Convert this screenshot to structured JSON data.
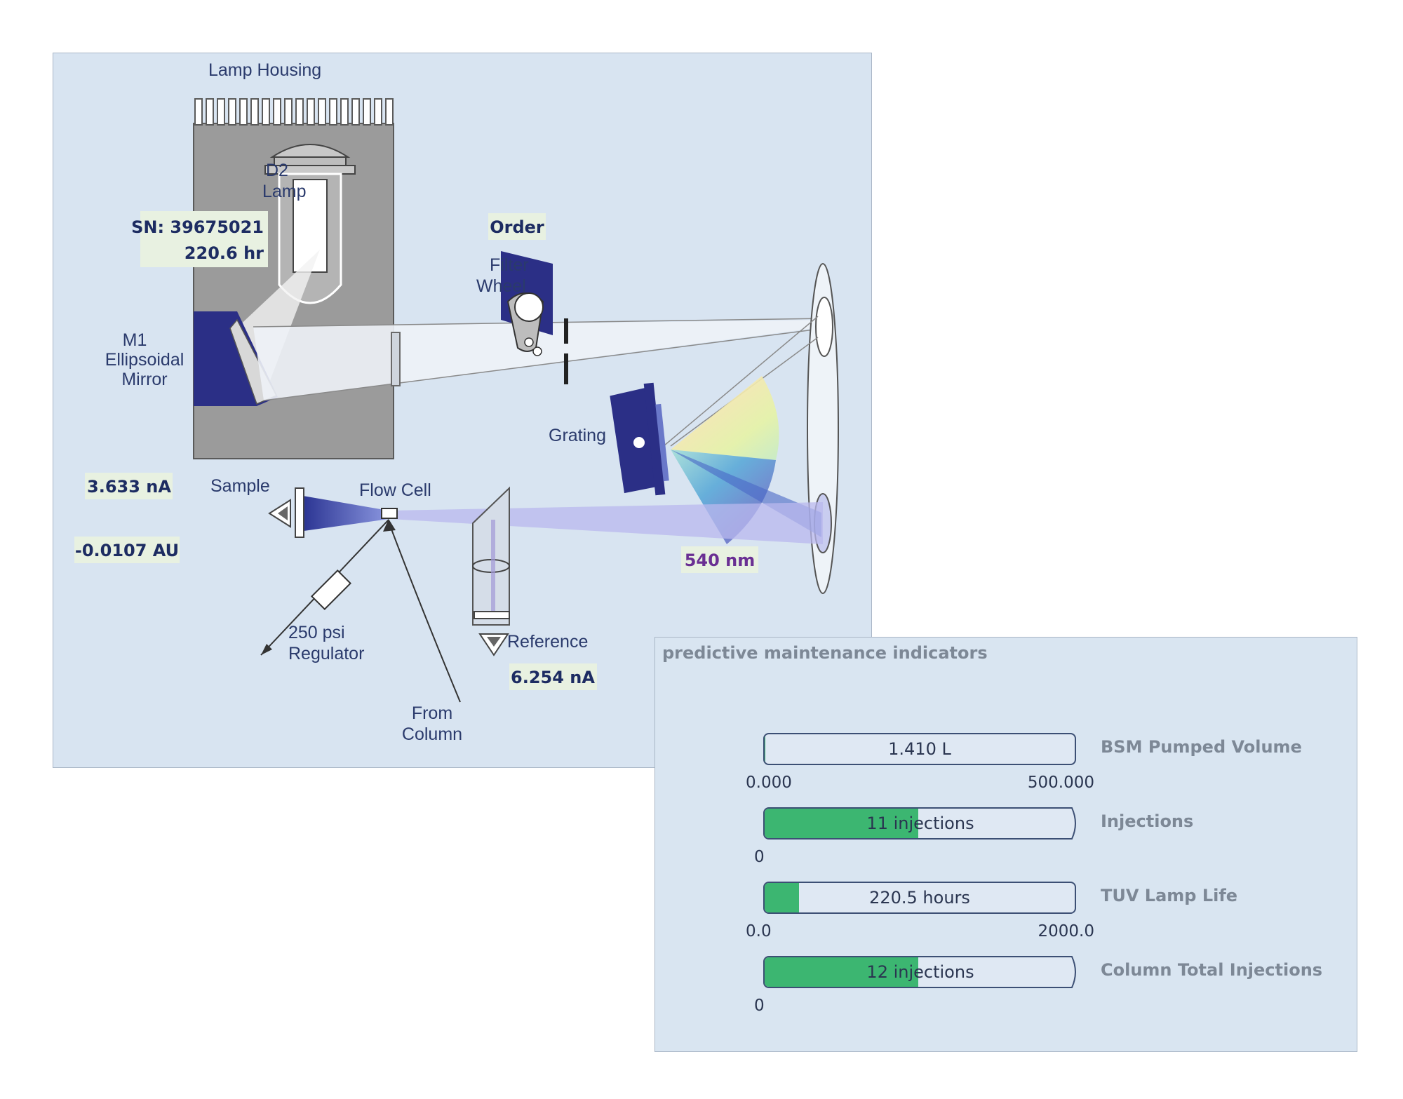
{
  "diagram": {
    "labels": {
      "lamp_housing": "Lamp Housing",
      "d2": "D2",
      "lamp": "Lamp",
      "m1": "M1",
      "ellipsoidal": "Ellipsoidal",
      "mirror": "Mirror",
      "order": "Order",
      "filter": "Filter",
      "wheel": "Wheel",
      "grating": "Grating",
      "sample": "Sample",
      "flow_cell": "Flow Cell",
      "psi": "250 psi",
      "regulator": "Regulator",
      "reference": "Reference",
      "from": "From",
      "column": "Column"
    },
    "readouts": {
      "lamp_sn": "SN: 39675021",
      "lamp_hours": "220.6 hr",
      "sample_current": "3.633 nA",
      "absorbance": "-0.0107 AU",
      "reference_current": "6.254 nA",
      "wavelength": "540 nm"
    },
    "colors": {
      "panel": "#d8e4f1",
      "housing": "#9a9a9a",
      "dark_blue": "#2b2f86",
      "wavelength_text": "#6a2f93"
    }
  },
  "maintenance": {
    "title": "predictive maintenance indicators",
    "fill_color": "#3cb671",
    "indicators": [
      {
        "label": "BSM Pumped Volume",
        "value_text": "1.410 L",
        "min": "0.000",
        "max": "500.000",
        "fill_fraction": 0.003,
        "open_ended": false
      },
      {
        "label": "Injections",
        "value_text": "11 injections",
        "min": "0",
        "max": "",
        "fill_fraction": 0.5,
        "open_ended": true
      },
      {
        "label": "TUV Lamp Life",
        "value_text": "220.5 hours",
        "min": "0.0",
        "max": "2000.0",
        "fill_fraction": 0.11,
        "open_ended": false
      },
      {
        "label": "Column Total Injections",
        "value_text": "12 injections",
        "min": "0",
        "max": "",
        "fill_fraction": 0.5,
        "open_ended": true
      }
    ]
  }
}
